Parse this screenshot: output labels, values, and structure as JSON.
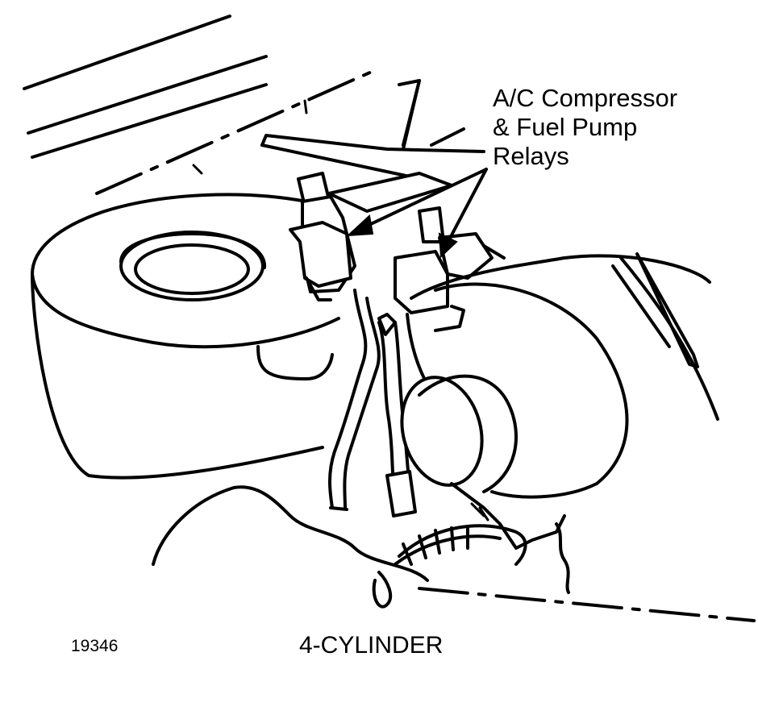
{
  "callout": {
    "line1": "A/C Compressor",
    "line2": "& Fuel Pump",
    "line3": "Relays"
  },
  "figure_number": "19346",
  "caption": "4-CYLINDER"
}
